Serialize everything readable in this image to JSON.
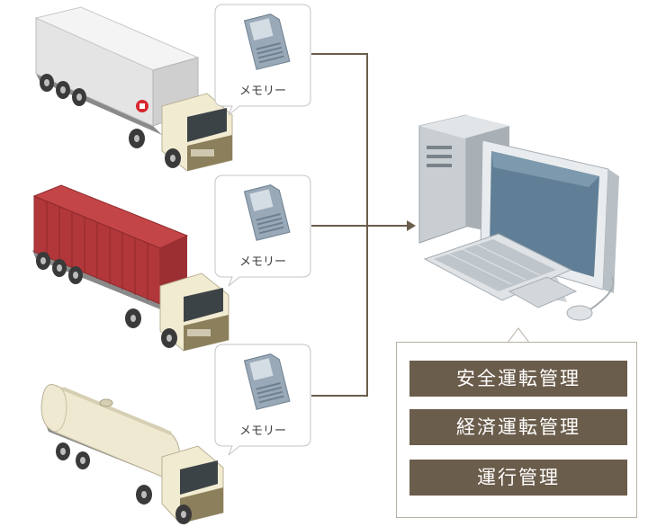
{
  "memory_label": "メモリー",
  "trucks": [
    {
      "name": "truck-box"
    },
    {
      "name": "truck-container"
    },
    {
      "name": "truck-tanker"
    }
  ],
  "management_panel": {
    "items": [
      "安全運転管理",
      "経済運転管理",
      "運行管理"
    ]
  },
  "colors": {
    "line": "#6b5d4b",
    "panel_bg": "#6b5d4b",
    "container": "#b2373a",
    "box_trailer": "#e8e8e8",
    "tanker": "#efe9d2",
    "cab": "#f1ebd2"
  }
}
